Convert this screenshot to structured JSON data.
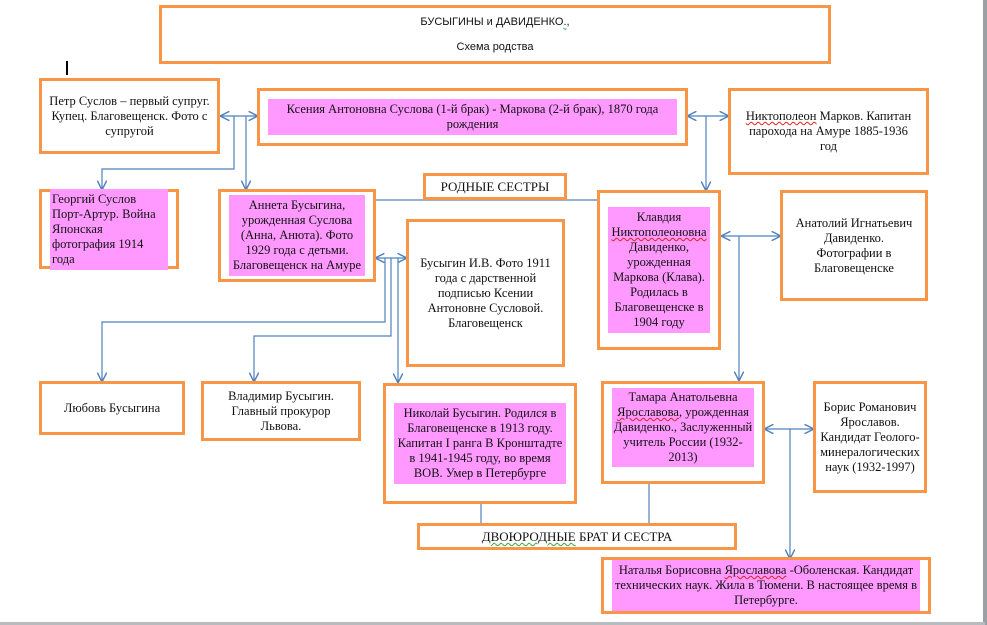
{
  "header": {
    "title": "БУСЫГИНЫ  и   ДАВИДЕНКО",
    "subtitle": "Схема  родства"
  },
  "labels": {
    "siblings": "РОДНЫЕ  СЕСТРЫ",
    "cousins_part1": "ДВОЮРОДНЫЕ",
    "cousins_part2": "БРАТ И СЕСТРА"
  },
  "people": {
    "petr": "Петр Суслов – первый  супруг. Купец. Благовещенск. Фото с супругой",
    "ksenia": "Ксения  Антоновна    Суслова (1-й брак)   -  Маркова (2-й брак), 1870 года рождения",
    "niktopoleon_name": "Никтополеон",
    "niktopoleon_rest": "Марков. Капитан   парохода на  Амуре 1885-1936 год",
    "georgy": "Георгий  Суслов Порт-Артур. Война Японская фотография 1914    года",
    "anneta": "Аннета    Бусыгина, урожденная  Суслова (Анна, Анюта). Фото  1929 года с    детьми. Благовещенск на  Амуре",
    "busygin": "Бусыгин И.В.    Фото  1911 года  с  дарственной подписью  Ксении Антоновне   Сусловой. Благовещенск",
    "klavdia_first": "Клавдия",
    "klavdia_patronymic": "Никтополеоновна",
    "klavdia_rest": "Давиденко, урожденная Маркова (Клава).  Родилась в Благовещенске в 1904 году",
    "anatoly": "Анатолий  Игнатьевич Давиденко. Фотографии  в Благовещенске",
    "lyubov": "Любовь   Бусыгина",
    "vladimir": "Владимир  Бусыгин. Главный  прокурор Львова.",
    "nikolai": "Николай    Бусыгин. Родился в Благовещенске в 1913 году. Капитан  I ранга  В  Кронштадте  в  1941-1945 году, во время  ВОВ. Умер    в  Петербурге",
    "tamara_first": "Тамара  Анатольевна",
    "tamara_surname": "Ярославова",
    "tamara_rest": ", урожденная Давиденко., Заслуженный учитель России (1932-2013)",
    "boris": "Борис   Романович Ярославов. Кандидат Геолого-минералогических наук (1932-1997)",
    "natalia_first": "Наталья  Борисовна",
    "natalia_surname": "Ярославова",
    "natalia_rest": " -Оболенская. Кандидат технических наук.  Жила в Тюмени. В  настоящее  время в Петербурге."
  },
  "colors": {
    "box_border": "#f79646",
    "highlight": "#ff99ff",
    "connector": "#4f81bd"
  }
}
